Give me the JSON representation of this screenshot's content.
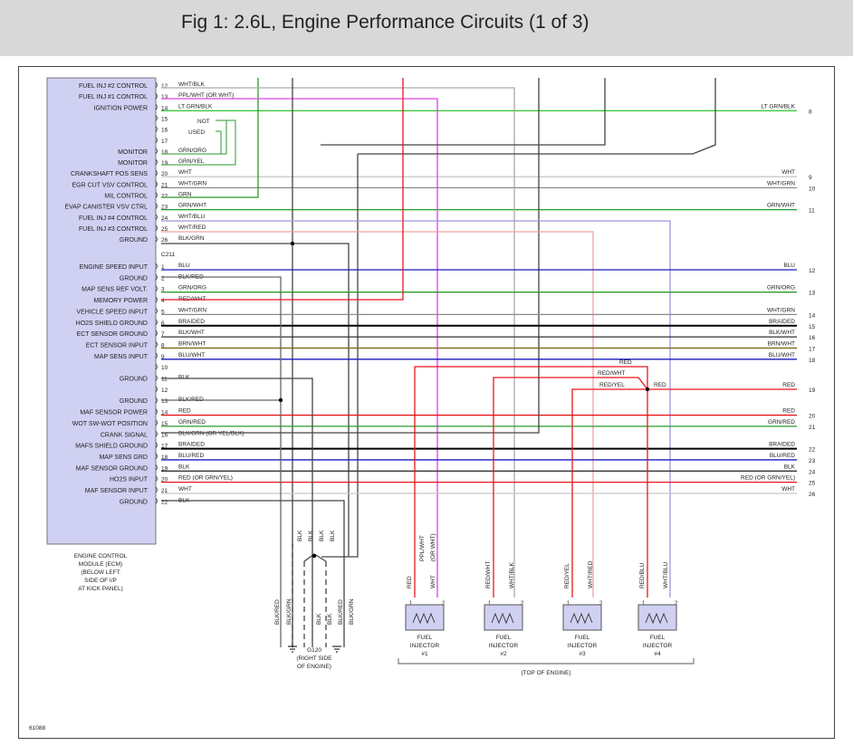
{
  "title": "Fig 1: 2.6L, Engine Performance Circuits (1 of 3)",
  "figure_id": "61088",
  "colors": {
    "header_bg": "#d8d8d8",
    "ecm_box": "#d0d0f2",
    "red": "#e8161c",
    "blue": "#1a1abf",
    "green": "#2a9a2a",
    "magenta": "#e040e0",
    "black": "#000000",
    "gray": "#555555",
    "olive": "#7a6a1a"
  },
  "ecm": {
    "name_lines": [
      "ENGINE CONTROL",
      "MODULE (ECM)",
      "(BELOW LEFT",
      "SIDE OF I/P",
      "AT KICK PANEL)"
    ]
  },
  "connector_label": "C211",
  "not_used_lines": [
    "NOT",
    "USED"
  ],
  "upper_pins": [
    {
      "pin": "12",
      "func": "FUEL INJ #2 CONTROL",
      "wire": "WHT/BLK"
    },
    {
      "pin": "13",
      "func": "FUEL INJ #1 CONTROL",
      "wire": "PPL/WHT (OR WHT)"
    },
    {
      "pin": "14",
      "func": "IGNITION POWER",
      "wire": "LT GRN/BLK",
      "right_label": "LT GRN/BLK",
      "right_num": "8"
    },
    {
      "pin": "15",
      "func": "",
      "wire": ""
    },
    {
      "pin": "16",
      "func": "",
      "wire": ""
    },
    {
      "pin": "17",
      "func": "",
      "wire": ""
    },
    {
      "pin": "18",
      "func": "MONITOR",
      "wire": "GRN/ORG"
    },
    {
      "pin": "19",
      "func": "MONITOR",
      "wire": "GRN/YEL"
    },
    {
      "pin": "20",
      "func": "CRANKSHAFT POS SENS",
      "wire": "WHT",
      "right_label": "WHT",
      "right_num": "9"
    },
    {
      "pin": "21",
      "func": "EGR CUT VSV CONTROL",
      "wire": "WHT/GRN",
      "right_label": "WHT/GRN",
      "right_num": "10"
    },
    {
      "pin": "22",
      "func": "MIL CONTROL",
      "wire": "GRN"
    },
    {
      "pin": "23",
      "func": "EVAP CANISTER VSV CTRL",
      "wire": "GRN/WHT",
      "right_label": "GRN/WHT",
      "right_num": "11"
    },
    {
      "pin": "24",
      "func": "FUEL INJ #4 CONTROL",
      "wire": "WHT/BLU"
    },
    {
      "pin": "25",
      "func": "FUEL INJ #3 CONTROL",
      "wire": "WHT/RED"
    },
    {
      "pin": "26",
      "func": "GROUND",
      "wire": "BLK/GRN"
    }
  ],
  "lower_pins": [
    {
      "pin": "1",
      "func": "ENGINE SPEED INPUT",
      "wire": "BLU",
      "right_label": "BLU",
      "right_num": "12"
    },
    {
      "pin": "2",
      "func": "GROUND",
      "wire": "BLK/RED"
    },
    {
      "pin": "3",
      "func": "MAP SENS REF VOLT.",
      "wire": "GRN/ORG",
      "right_label": "GRN/ORG",
      "right_num": "13"
    },
    {
      "pin": "4",
      "func": "MEMORY POWER",
      "wire": "RED/WHT"
    },
    {
      "pin": "5",
      "func": "VEHICLE SPEED INPUT",
      "wire": "WHT/GRN",
      "right_label": "WHT/GRN",
      "right_num": "14"
    },
    {
      "pin": "6",
      "func": "HO2S SHIELD GROUND",
      "wire": "BRAIDED",
      "right_label": "BRAIDED",
      "right_num": "15"
    },
    {
      "pin": "7",
      "func": "ECT SENSOR GROUND",
      "wire": "BLK/WHT",
      "right_label": "BLK/WHT",
      "right_num": "16"
    },
    {
      "pin": "8",
      "func": "ECT SENSOR INPUT",
      "wire": "BRN/WHT",
      "right_label": "BRN/WHT",
      "right_num": "17"
    },
    {
      "pin": "9",
      "func": "MAP SENS INPUT",
      "wire": "BLU/WHT",
      "right_label": "BLU/WHT",
      "right_num": "18"
    },
    {
      "pin": "10",
      "func": "",
      "wire": ""
    },
    {
      "pin": "11",
      "func": "GROUND",
      "wire": "BLK"
    },
    {
      "pin": "12",
      "func": "",
      "wire": ""
    },
    {
      "pin": "13",
      "func": "GROUND",
      "wire": "BLK/RED"
    },
    {
      "pin": "14",
      "func": "MAF SENSOR POWER",
      "wire": "RED",
      "right_label": "RED",
      "right_num": "20"
    },
    {
      "pin": "15",
      "func": "WOT SW-WOT POSITION",
      "wire": "GRN/RED",
      "right_label": "GRN/RED",
      "right_num": "21"
    },
    {
      "pin": "16",
      "func": "CRANK SIGNAL",
      "wire": "BLK/GRN (OR YEL/BLK)"
    },
    {
      "pin": "17",
      "func": "MAFS SHIELD GROUND",
      "wire": "BRAIDED",
      "right_label": "BRAIDED",
      "right_num": "22"
    },
    {
      "pin": "18",
      "func": "MAP SENS GRD",
      "wire": "BLU/RED",
      "right_label": "BLU/RED",
      "right_num": "23"
    },
    {
      "pin": "19",
      "func": "MAF SENSOR GROUND",
      "wire": "BLK",
      "right_label": "BLK",
      "right_num": "24"
    },
    {
      "pin": "20",
      "func": "HO2S INPUT",
      "wire": "RED (OR GRN/YEL)",
      "right_label": "RED (OR GRN/YEL)",
      "right_num": "25"
    },
    {
      "pin": "21",
      "func": "MAF SENSOR INPUT",
      "wire": "WHT",
      "right_label": "WHT",
      "right_num": "26"
    },
    {
      "pin": "22",
      "func": "GROUND",
      "wire": "BLK"
    }
  ],
  "red_feed": {
    "top_label": "RED",
    "wire_labels": [
      "RED/WHT",
      "RED/YEL"
    ],
    "splice_label": "RED",
    "right_label": "RED",
    "right_num": "19"
  },
  "injectors": [
    {
      "name": "FUEL",
      "sub": "INJECTOR",
      "num": "#1",
      "wire1": "RED",
      "wire2": "WHT",
      "wire2b": "PPL/WHT",
      "wire2c": "(OR WHT)"
    },
    {
      "name": "FUEL",
      "sub": "INJECTOR",
      "num": "#2",
      "wire1": "RED/WHT",
      "wire2": "WHT/BLK"
    },
    {
      "name": "FUEL",
      "sub": "INJECTOR",
      "num": "#3",
      "wire1": "RED/YEL",
      "wire2": "WHT/RED"
    },
    {
      "name": "FUEL",
      "sub": "INJECTOR",
      "num": "#4",
      "wire1": "RED/BLU",
      "wire2": "WHT/BLU"
    }
  ],
  "pin_1": "1",
  "pin_2": "2",
  "top_of_engine": "(TOP OF ENGINE)",
  "ground": {
    "name": "G120",
    "lines": [
      "(RIGHT SIDE",
      "OF ENGINE)"
    ],
    "bundle_labels": [
      "BLK",
      "BLK",
      "BLK",
      "BLK"
    ],
    "lower_labels": [
      "BLK/RED",
      "BLK/GRN",
      "BLK",
      "BLK",
      "BLK/RED",
      "BLK/GRN"
    ]
  }
}
